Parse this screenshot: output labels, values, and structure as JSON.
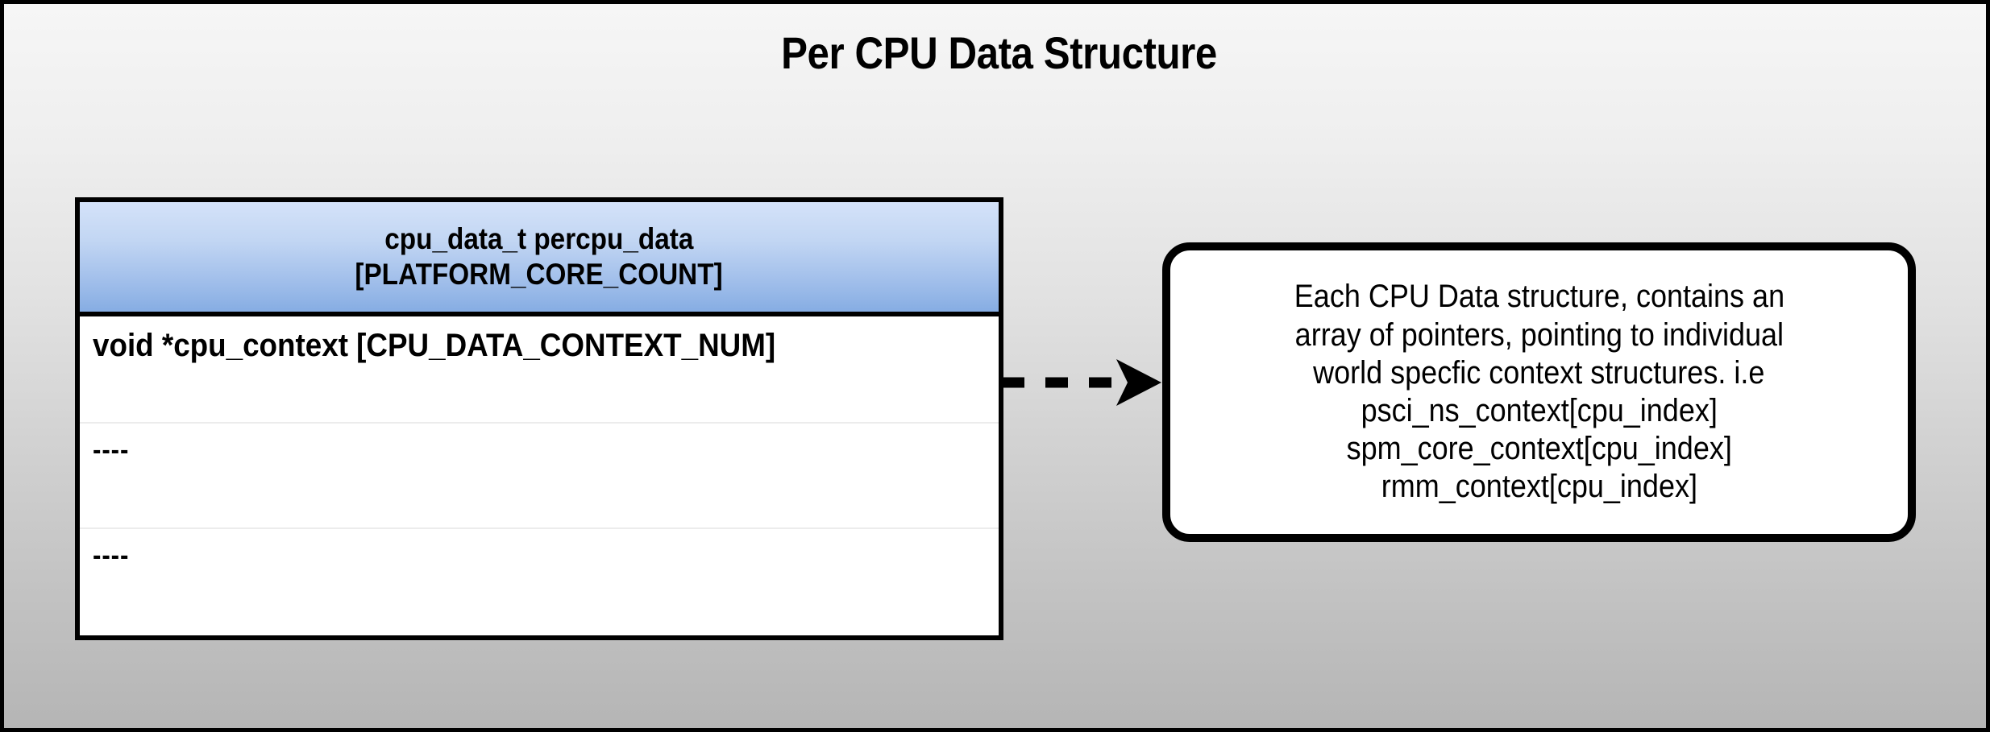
{
  "title": "Per CPU Data Structure",
  "struct_table": {
    "header_lines": [
      "cpu_data_t percpu_data",
      "[PLATFORM_CORE_COUNT]"
    ],
    "rows": [
      {
        "text": "void *cpu_context [CPU_DATA_CONTEXT_NUM]"
      },
      {
        "text": "----"
      },
      {
        "text": "----"
      }
    ]
  },
  "connector": {
    "style": "dashed",
    "arrowhead": "barbed-right",
    "color": "#000000"
  },
  "callout": {
    "lines": [
      "Each CPU Data structure, contains an",
      "array of pointers, pointing to individual",
      "world specfic context structures. i.e",
      "psci_ns_context[cpu_index]",
      "spm_core_context[cpu_index]",
      "rmm_context[cpu_index]"
    ]
  },
  "colors": {
    "header_gradient_top": "#d4e2f9",
    "header_gradient_bottom": "#86ade3",
    "background_top": "#f6f6f6",
    "background_bottom": "#b5b5b5",
    "border": "#000000",
    "row_divider": "#ececec"
  }
}
